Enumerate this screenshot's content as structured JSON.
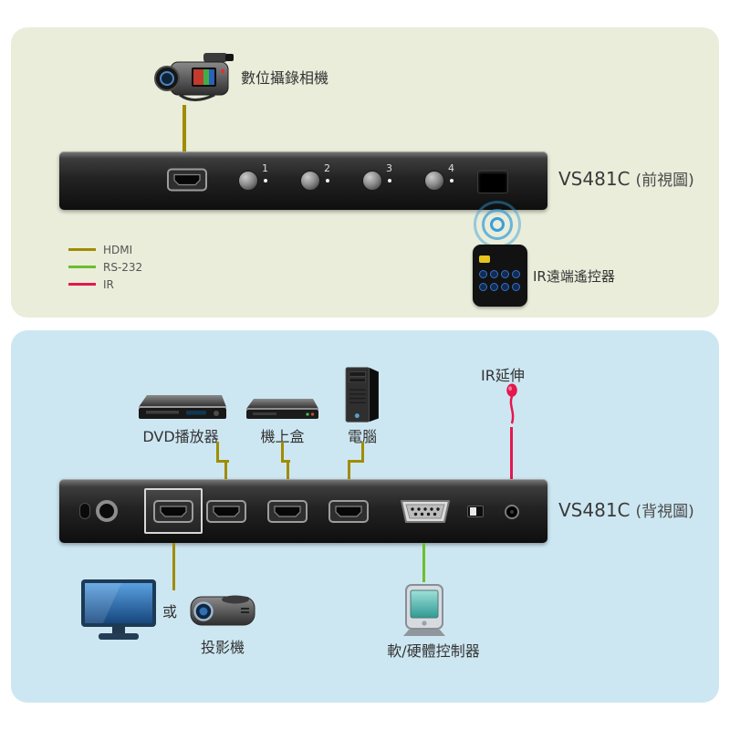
{
  "panels": {
    "front": {
      "background": "#e9edda",
      "model": "VS481C",
      "view_label": "(前視圖)",
      "camera_label": "數位攝錄相機",
      "port_buttons": [
        "1",
        "2",
        "3",
        "4"
      ],
      "legend": [
        {
          "name": "HDMI",
          "color": "#a08c00"
        },
        {
          "name": "RS-232",
          "color": "#6cbf2d"
        },
        {
          "name": "IR",
          "color": "#e5174f"
        }
      ],
      "remote_label": "IR遠端遙控器"
    },
    "rear": {
      "background": "#cde7f2",
      "model": "VS481C",
      "view_label": "(背視圖)",
      "sources": [
        {
          "label": "DVD播放器"
        },
        {
          "label": "機上盒"
        },
        {
          "label": "電腦"
        }
      ],
      "ir_extension_label": "IR延伸",
      "or_label": "或",
      "projector_label": "投影機",
      "controller_label": "軟/硬體控制器"
    }
  },
  "colors": {
    "hdmi_line": "#a08c00",
    "rs232_line": "#6cbf2d",
    "ir_line": "#e5174f"
  }
}
